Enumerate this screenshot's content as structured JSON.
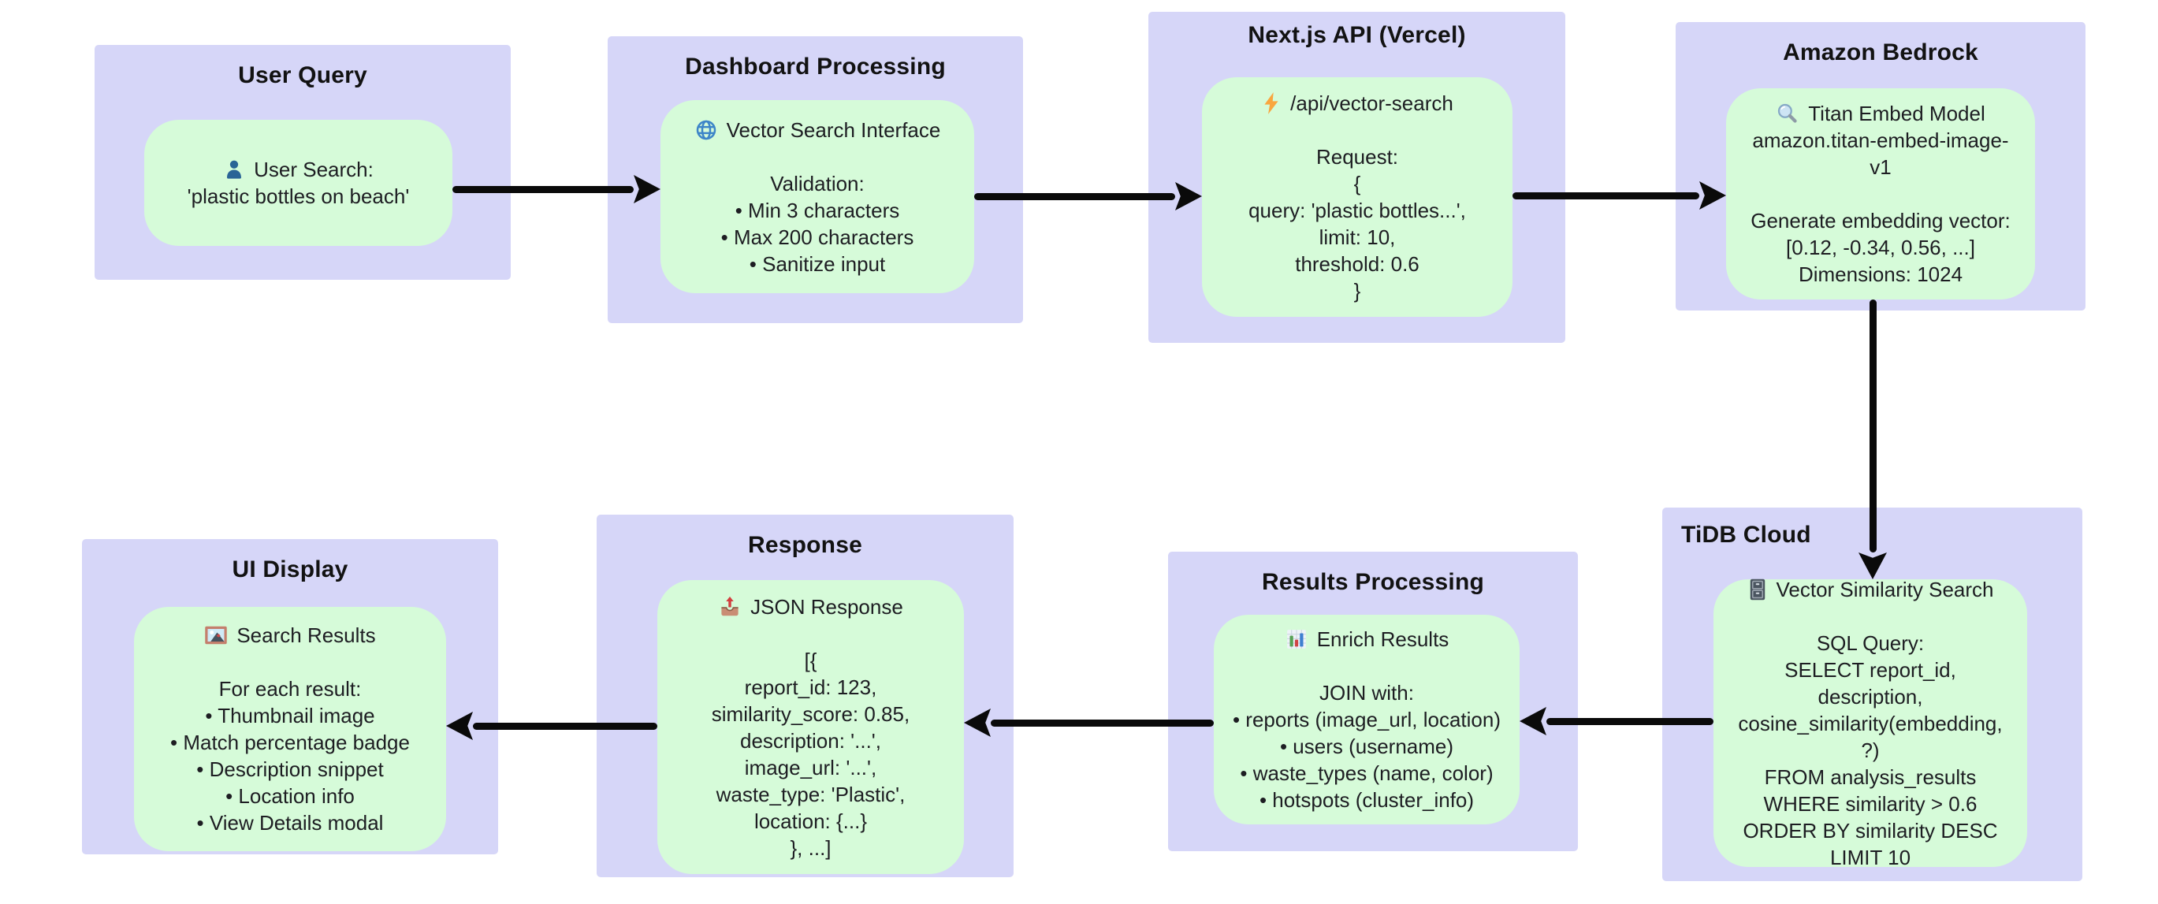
{
  "colors": {
    "background": "#ffffff",
    "container_fill": "#d6d6f8",
    "card_fill": "#d6fbd9",
    "arrow": "#0a0a0a",
    "title_text": "#121212",
    "body_text": "#1d1d22",
    "user_icon_blue": "#2a6496",
    "globe_icon_blue": "#3d85c8",
    "lightning_icon_orange": "#f9a63f",
    "magnifier_icon_blue": "#cde4f4",
    "cabinet_icon_gray": "#4a545f",
    "outbox_tray_tan": "#c98d74",
    "outbox_arrow_red": "#d23f3f",
    "picture_frame_brown": "#c47f6c"
  },
  "nodes": [
    {
      "id": "user-query",
      "title": "User Query",
      "icon": "user-icon",
      "heading": "User Search:",
      "lines": [
        "'plastic bottles on beach'"
      ]
    },
    {
      "id": "dashboard-processing",
      "title": "Dashboard Processing",
      "icon": "globe-icon",
      "heading": "Vector Search Interface",
      "lines": [
        "",
        "Validation:",
        "• Min 3 characters",
        "• Max 200 characters",
        "• Sanitize input"
      ]
    },
    {
      "id": "nextjs-api",
      "title": "Next.js API (Vercel)",
      "icon": "lightning-icon",
      "heading": "/api/vector-search",
      "lines": [
        "",
        "Request:",
        "{",
        "query: 'plastic bottles...',",
        "limit: 10,",
        "threshold: 0.6",
        "}"
      ]
    },
    {
      "id": "amazon-bedrock",
      "title": "Amazon Bedrock",
      "icon": "magnifier-icon",
      "heading": "Titan Embed Model",
      "lines": [
        "amazon.titan-embed-image-",
        "v1",
        "",
        "Generate embedding vector:",
        "[0.12, -0.34, 0.56, ...]",
        "Dimensions: 1024"
      ]
    },
    {
      "id": "ui-display",
      "title": "UI Display",
      "icon": "picture-icon",
      "heading": "Search Results",
      "lines": [
        "",
        "For each result:",
        "• Thumbnail image",
        "• Match percentage badge",
        "• Description snippet",
        "• Location info",
        "• View Details modal"
      ]
    },
    {
      "id": "response",
      "title": "Response",
      "icon": "outbox-icon",
      "heading": "JSON Response",
      "lines": [
        "",
        "[{",
        "report_id: 123,",
        "similarity_score: 0.85,",
        "description: '...',",
        "image_url: '...',",
        "waste_type: 'Plastic',",
        "location: {...}",
        "}, ...]"
      ]
    },
    {
      "id": "results-processing",
      "title": "Results Processing",
      "icon": "chart-icon",
      "heading": "Enrich Results",
      "lines": [
        "",
        "JOIN with:",
        "• reports (image_url, location)",
        "• users (username)",
        "• waste_types (name, color)",
        "• hotspots (cluster_info)"
      ]
    },
    {
      "id": "tidb-cloud",
      "title": "TiDB Cloud",
      "icon": "cabinet-icon",
      "heading": "Vector Similarity Search",
      "lines": [
        "",
        "SQL Query:",
        "SELECT report_id,",
        "description,",
        "cosine_similarity(embedding,",
        "?)",
        "FROM analysis_results",
        "WHERE similarity > 0.6",
        "ORDER BY similarity DESC",
        "LIMIT 10"
      ]
    }
  ],
  "arrows": [
    {
      "name": "arrow-user-query-to-dashboard",
      "from": "user-query",
      "to": "dashboard-processing",
      "direction": "right"
    },
    {
      "name": "arrow-dashboard-to-nextjs-api",
      "from": "dashboard-processing",
      "to": "nextjs-api",
      "direction": "right"
    },
    {
      "name": "arrow-nextjs-api-to-bedrock",
      "from": "nextjs-api",
      "to": "amazon-bedrock",
      "direction": "right"
    },
    {
      "name": "arrow-bedrock-to-tidb",
      "from": "amazon-bedrock",
      "to": "tidb-cloud",
      "direction": "down"
    },
    {
      "name": "arrow-tidb-to-results-processing",
      "from": "tidb-cloud",
      "to": "results-processing",
      "direction": "left"
    },
    {
      "name": "arrow-results-processing-to-response",
      "from": "results-processing",
      "to": "response",
      "direction": "left"
    },
    {
      "name": "arrow-response-to-ui-display",
      "from": "response",
      "to": "ui-display",
      "direction": "left"
    }
  ]
}
